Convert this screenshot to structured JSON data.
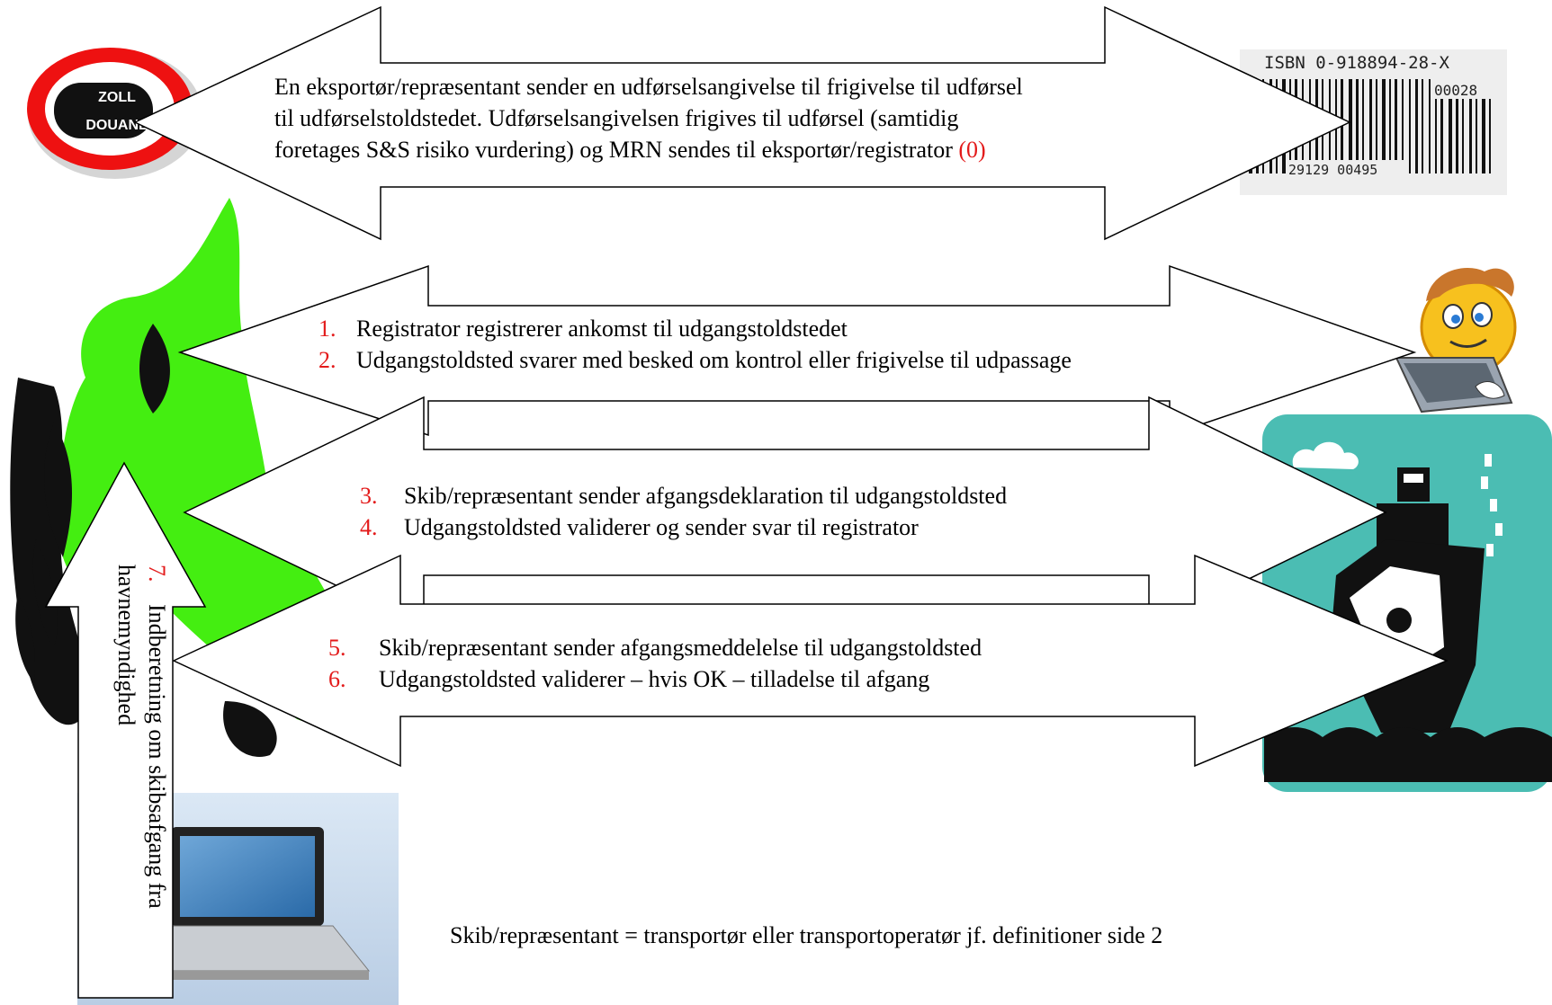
{
  "icons": {
    "customs_sign": "customs-stop-sign-icon",
    "barcode": "barcode-icon",
    "map": "denmark-map-icon",
    "registrator": "smiley-laptop-icon",
    "ship": "ship-icon",
    "port_computer": "laptop-icon"
  },
  "customs_sign": {
    "line1": "ZOLL",
    "line2": "DOUANE"
  },
  "barcode": {
    "isbn": "ISBN 0-918894-28-X",
    "price": "00028",
    "number": "29129 00495"
  },
  "arrow0": {
    "lines": [
      "En eksportør/repræsentant sender en udførselsangivelse til frigivelse til udførsel",
      "til udførselstoldstedet. Udførselsangivelsen frigives til udførsel (samtidig",
      "foretages S&S risiko vurdering) og MRN sendes til eksportør/registrator "
    ],
    "ref": "(0)"
  },
  "arrow1": {
    "items": [
      {
        "num": "1.",
        "text": "Registrator registrerer ankomst til udgangstoldstedet"
      },
      {
        "num": "2.",
        "text": "Udgangstoldsted svarer med besked om kontrol eller frigivelse til udpassage"
      }
    ]
  },
  "arrow2": {
    "items": [
      {
        "num": "3.",
        "text": "Skib/repræsentant sender afgangsdeklaration til udgangstoldsted"
      },
      {
        "num": "4.",
        "text": "Udgangstoldsted validerer og sender svar til registrator"
      }
    ]
  },
  "arrow3": {
    "items": [
      {
        "num": "5.",
        "text": "Skib/repræsentant sender afgangsmeddelelse til udgangstoldsted"
      },
      {
        "num": "6.",
        "text": "Udgangstoldsted validerer – hvis OK – tilladelse til afgang"
      }
    ]
  },
  "vertical_arrow": {
    "num": "7.",
    "text": "Indberetning om skibsafgang fra havnemyndighed"
  },
  "footnote": "Skib/repræsentant = transportør eller transportoperatør jf. definitioner side 2",
  "colors": {
    "accent_red": "#e31b1b",
    "map_green": "#44ee11",
    "ship_teal": "#4bbdb3"
  }
}
